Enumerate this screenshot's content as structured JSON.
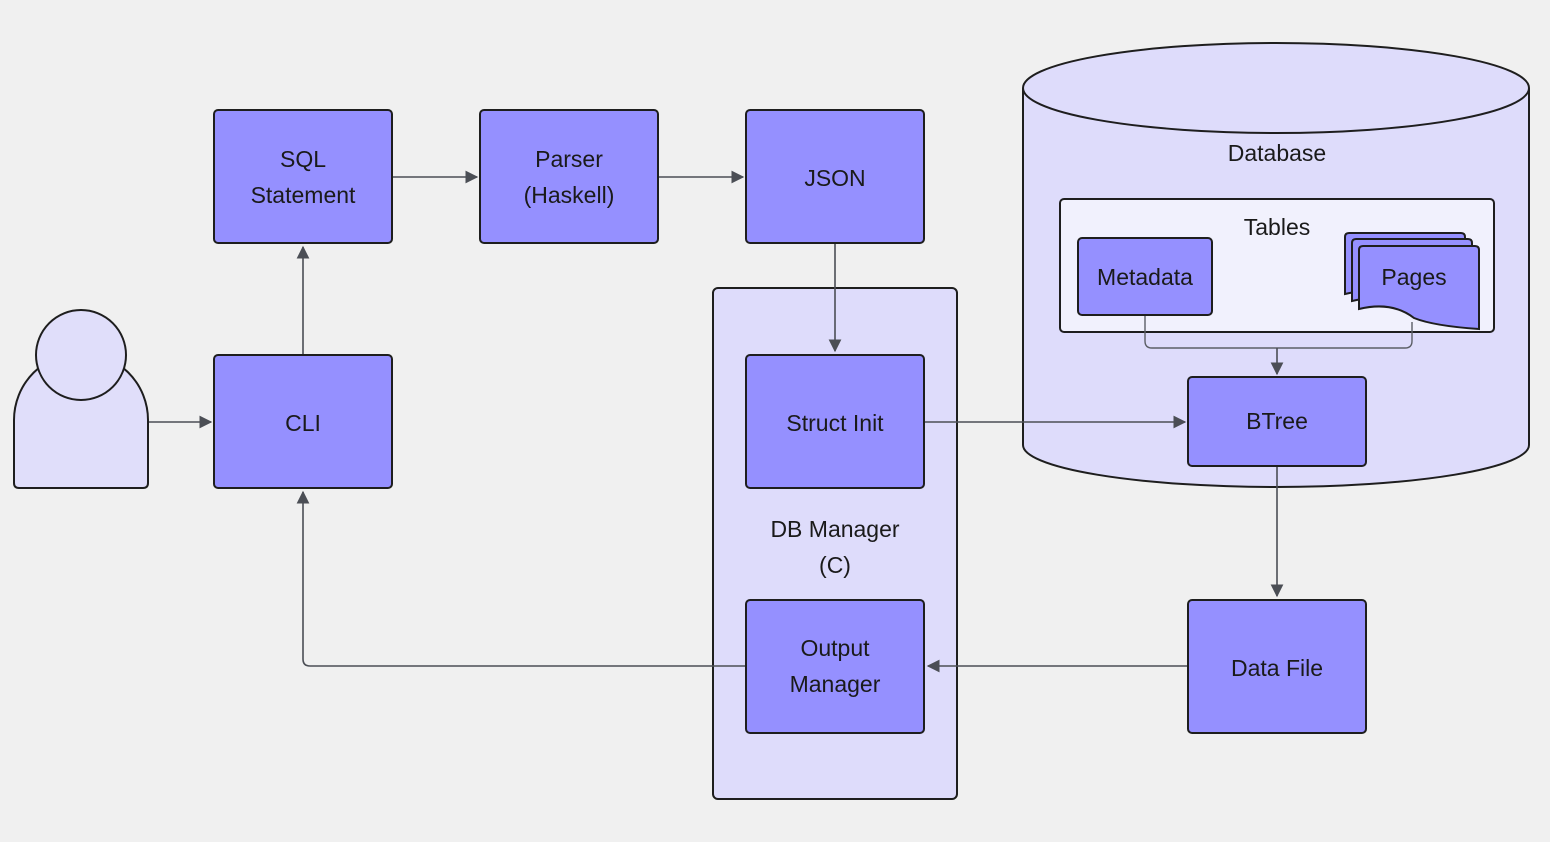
{
  "nodes": {
    "sql_statement": [
      "SQL",
      "Statement"
    ],
    "parser": [
      "Parser",
      "(Haskell)"
    ],
    "json": "JSON",
    "cli": "CLI",
    "struct_init": "Struct Init",
    "db_manager": [
      "DB Manager",
      "(C)"
    ],
    "output_manager": [
      "Output",
      "Manager"
    ],
    "database": "Database",
    "tables": "Tables",
    "metadata": "Metadata",
    "pages": "Pages",
    "btree": "BTree",
    "data_file": "Data File"
  },
  "colors": {
    "background": "#f0f0f0",
    "box_fill": "#9590ff",
    "container_fill": "#dedcfb",
    "inner_container_fill": "#f1f1fd",
    "user_fill": "#e0defa",
    "stroke": "#1e1e1e",
    "edge": "#4b4e55"
  },
  "icons": {
    "user": "user-icon"
  }
}
